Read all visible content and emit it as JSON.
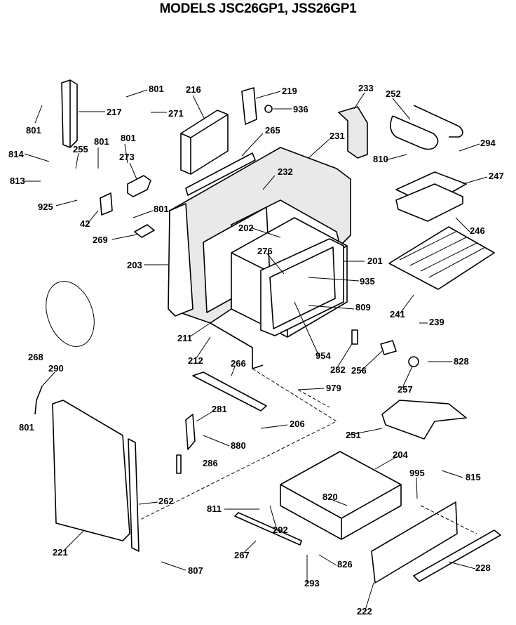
{
  "title": "MODELS JSC26GP1, JSS26GP1",
  "labels": [
    "801",
    "216",
    "219",
    "936",
    "233",
    "252",
    "217",
    "271",
    "801",
    "265",
    "231",
    "810",
    "294",
    "814",
    "255",
    "801",
    "801",
    "273",
    "813",
    "925",
    "232",
    "247",
    "42",
    "801",
    "269",
    "202",
    "246",
    "203",
    "276",
    "201",
    "935",
    "809",
    "241",
    "239",
    "211",
    "212",
    "268",
    "954",
    "282",
    "256",
    "828",
    "266",
    "290",
    "979",
    "257",
    "281",
    "801",
    "206",
    "251",
    "880",
    "286",
    "204",
    "995",
    "815",
    "262",
    "820",
    "811",
    "292",
    "221",
    "267",
    "826",
    "228",
    "807",
    "293",
    "222"
  ],
  "colors": {
    "ink": "#000000",
    "background": "#ffffff"
  }
}
